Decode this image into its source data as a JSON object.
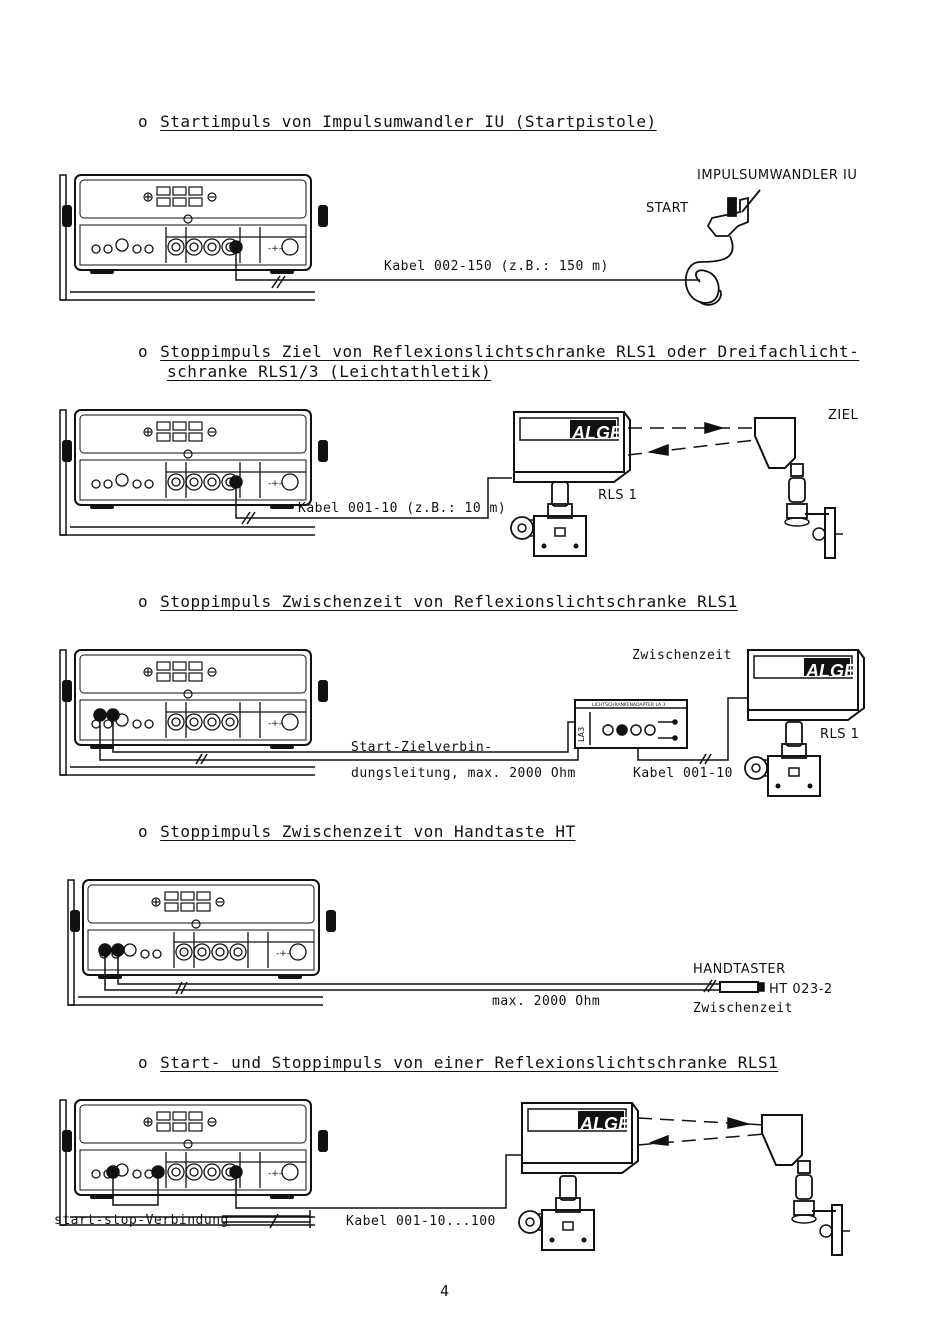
{
  "sections": [
    {
      "bullet": "o",
      "heading_line1": "Startimpuls von Impulsumwandler IU (Startpistole)",
      "heading_line2": "",
      "labels": {
        "device_name": "IMPULSUMWANDLER IU",
        "start": "START",
        "cable": "Kabel 002-150 (z.B.: 150 m)"
      }
    },
    {
      "bullet": "o",
      "heading_line1": "Stoppimpuls Ziel von Reflexionslichtschranke RLS1 oder Dreifachlicht-",
      "heading_line2": "schranke RLS1/3 (Leichtathletik)",
      "labels": {
        "ziel": "ZIEL",
        "rls": "RLS 1",
        "cable": "Kabel 001-10 (z.B.: 10 m)",
        "brand": "ALGE"
      }
    },
    {
      "bullet": "o",
      "heading_line1": "Stoppimpuls Zwischenzeit von Reflexionslichtschranke RLS1",
      "heading_line2": "",
      "labels": {
        "zwischenzeit": "Zwischenzeit",
        "rls": "RLS 1",
        "connection_line1": "Start-Zielverbin-",
        "connection_line2": "dungsleitung, max. 2000 Ohm",
        "cable": "Kabel 001-10",
        "adapter": "LICHTSCHRANKENADAPTER LA 3",
        "adapter_side": "LA3",
        "brand": "ALGE"
      }
    },
    {
      "bullet": "o",
      "heading_line1": "Stoppimpuls Zwischenzeit von Handtaste HT",
      "heading_line2": "",
      "labels": {
        "handtaster": "HANDTASTER",
        "model": "HT 023-2",
        "zwischenzeit": "Zwischenzeit",
        "max": "max. 2000 Ohm"
      }
    },
    {
      "bullet": "o",
      "heading_line1": "Start- und Stoppimpuls von einer Reflexionslichtschranke RLS1",
      "heading_line2": "",
      "labels": {
        "connection": "start-stop-Verbindung",
        "cable": "Kabel 001-10...100",
        "brand": "ALGE"
      }
    }
  ],
  "page_number": "4"
}
